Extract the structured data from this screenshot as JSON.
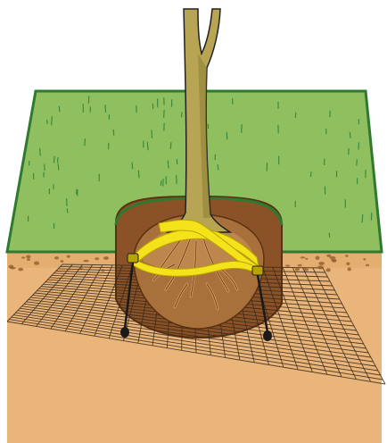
{
  "illustration": {
    "subject": "tree-root-ball-underground-anchoring",
    "colors": {
      "background": "#ffffff",
      "grass": "#8fbf5f",
      "grass_dark": "#3f8a3a",
      "grass_edge": "#2f7a2f",
      "soil_top": "#e9b57a",
      "soil_bottom": "#dca060",
      "pit_dark": "#5a3014",
      "pit_mid": "#8a5226",
      "root_ball": "#a8703a",
      "root_ball_light": "#c99458",
      "trunk": "#b7a553",
      "trunk_shade": "#8d7d35",
      "strap": "#f4e21a",
      "strap_edge": "#b8a300",
      "stake": "#1a1a1a",
      "mesh": "#3a2a18",
      "outline": "#222222"
    },
    "icons": [
      "tree-trunk",
      "root-ball",
      "strap",
      "ground-anchor",
      "wire-mesh",
      "grass-lawn"
    ]
  }
}
